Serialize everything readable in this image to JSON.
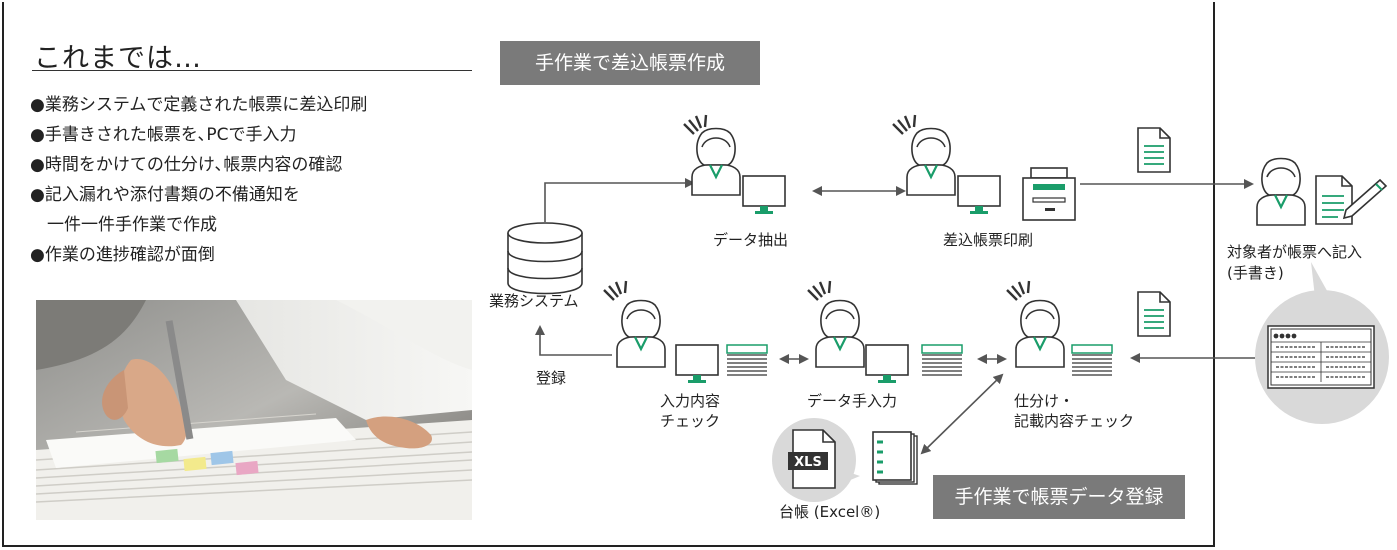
{
  "intro": {
    "title": "これまでは…",
    "bullets": [
      "●業務システムで定義された帳票に差込印刷",
      "●手書きされた帳票を､PCで手入力",
      "●時間をかけての仕分け､帳票内容の確認",
      "●記入漏れや添付書類の不備通知を",
      "　一件一件手作業で作成",
      "●作業の進捗確認が面倒"
    ]
  },
  "tags": {
    "top": "手作業で差込帳票作成",
    "bottom": "手作業で帳票データ登録"
  },
  "labels": {
    "business_system": "業務システム",
    "data_extract": "データ抽出",
    "merge_print": "差込帳票印刷",
    "target_fill_1": "対象者が帳票へ記入",
    "target_fill_2": "(手書き)",
    "register": "登録",
    "input_check_1": "入力内容",
    "input_check_2": "チェック",
    "data_entry": "データ手入力",
    "sort_check_1": "仕分け・",
    "sort_check_2": "記載内容チェック",
    "ledger": "台帳 (Excel®)",
    "xls": "XLS"
  },
  "colors": {
    "accent": "#1a9d6a",
    "tag_bg": "#7a7a7a",
    "line": "#555555",
    "bubble": "#d9d9d9"
  }
}
